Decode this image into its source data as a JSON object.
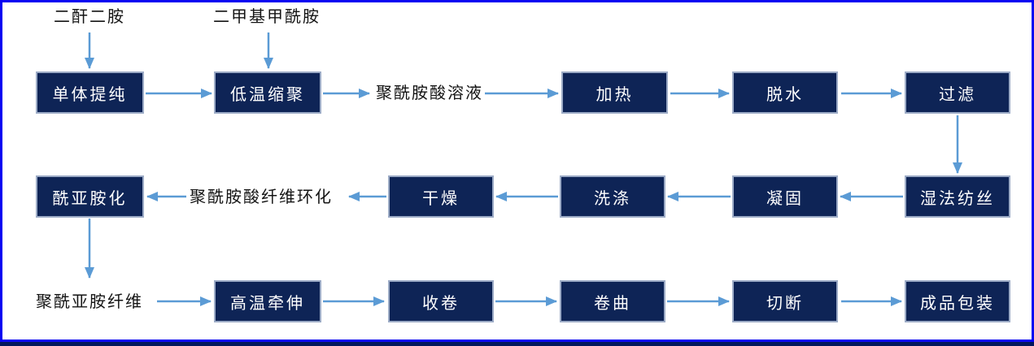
{
  "diagram": {
    "raw_inputs": {
      "dianhydride_diamine": "二酐二胺",
      "dimethylformamide": "二甲基甲酰胺"
    },
    "intermediate_labels": {
      "polyamic_acid_solution": "聚酰胺酸溶液",
      "polyamic_acid_fiber_cyclization": "聚酰胺酸纤维环化",
      "polyimide_fiber": "聚酰亚胺纤维"
    },
    "nodes": {
      "monomer_purification": "单体提纯",
      "low_temp_polycondensation": "低温缩聚",
      "heating": "加热",
      "dehydration": "脱水",
      "filtration": "过滤",
      "wet_spinning": "湿法纺丝",
      "coagulation": "凝固",
      "washing": "洗涤",
      "drying": "干燥",
      "imidization": "酰亚胺化",
      "high_temp_drawing": "高温牵伸",
      "winding": "收卷",
      "crimping": "卷曲",
      "cutting": "切断",
      "finished_packaging": "成品包装"
    }
  },
  "colors": {
    "box_fill": "#0e2456",
    "box_border": "#9cabc6",
    "arrow": "#5b9bd5",
    "frame_border": "#0703f2",
    "bottom_bar": "#02175c",
    "label_text": "#141414",
    "box_text": "#ffffff"
  }
}
